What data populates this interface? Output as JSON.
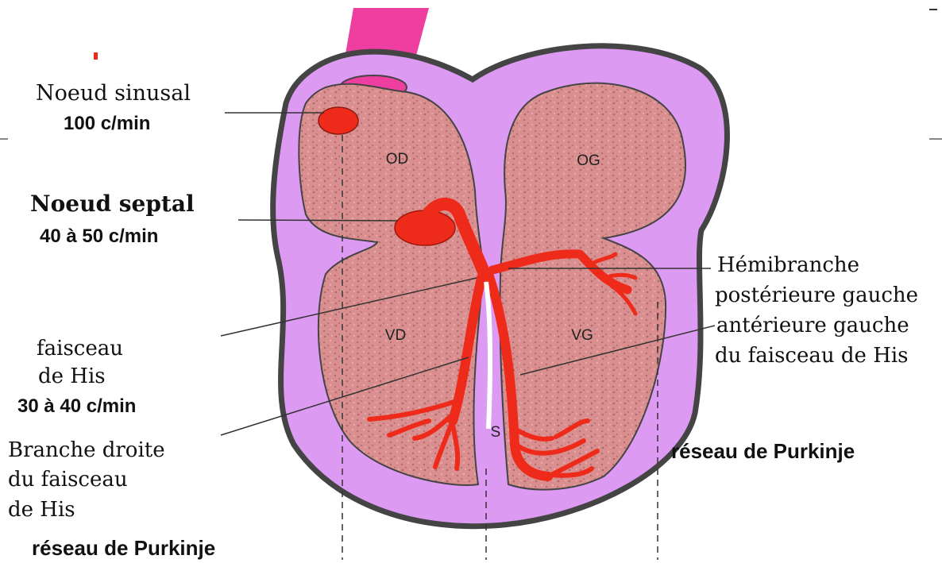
{
  "colors": {
    "pericardium": "#dd9af3",
    "outline": "#444444",
    "myocardium": "#d98f8f",
    "conduction": "#ee2a1a",
    "vessel": "#ee3ea0"
  },
  "chambers": {
    "od": "OD",
    "og": "OG",
    "vd": "VD",
    "vg": "VG",
    "septum": "S"
  },
  "labels": {
    "noeud_sinusal": "Noeud sinusal",
    "noeud_sinusal_rate": "100 c/min",
    "noeud_septal": "Noeud septal",
    "noeud_septal_rate": "40 à 50 c/min",
    "faisceau_line1": "faisceau",
    "faisceau_line2": "de His",
    "faisceau_rate": "30 à 40 c/min",
    "branche_droite_line1": "Branche droite",
    "branche_droite_line2": "du faisceau",
    "branche_droite_line3": "de His",
    "purkinje_left": "réseau de Purkinje",
    "hemibranche_line1": "Hémibranche",
    "hemibranche_line2": "postérieure gauche",
    "hemibranche_line3": "antérieure gauche",
    "hemibranche_line4": "du faisceau de His",
    "purkinje_right": "réseau de Purkinje"
  }
}
